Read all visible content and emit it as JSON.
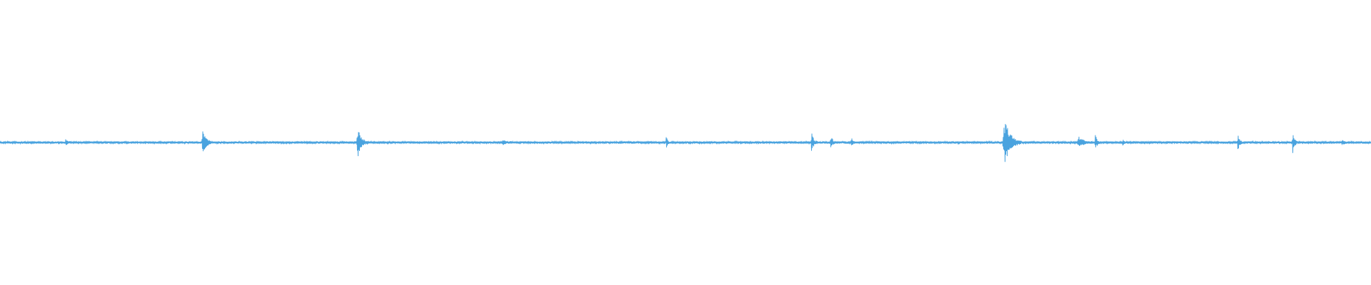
{
  "waveform": {
    "color": "#4aa3df",
    "baseline_amplitude": 0.006,
    "duration_fraction_peaks": [
      {
        "t": 0.048,
        "amp": 0.02,
        "spread": 0.004
      },
      {
        "t": 0.148,
        "amp": 0.09,
        "spread": 0.006
      },
      {
        "t": 0.261,
        "amp": 0.1,
        "spread": 0.007
      },
      {
        "t": 0.367,
        "amp": 0.015,
        "spread": 0.006
      },
      {
        "t": 0.486,
        "amp": 0.06,
        "spread": 0.002
      },
      {
        "t": 0.592,
        "amp": 0.07,
        "spread": 0.004
      },
      {
        "t": 0.606,
        "amp": 0.06,
        "spread": 0.003
      },
      {
        "t": 0.621,
        "amp": 0.03,
        "spread": 0.003
      },
      {
        "t": 0.733,
        "amp": 0.16,
        "spread": 0.012
      },
      {
        "t": 0.787,
        "amp": 0.04,
        "spread": 0.009
      },
      {
        "t": 0.799,
        "amp": 0.06,
        "spread": 0.003
      },
      {
        "t": 0.819,
        "amp": 0.02,
        "spread": 0.002
      },
      {
        "t": 0.903,
        "amp": 0.06,
        "spread": 0.003
      },
      {
        "t": 0.943,
        "amp": 0.08,
        "spread": 0.003
      },
      {
        "t": 0.979,
        "amp": 0.02,
        "spread": 0.003
      }
    ]
  }
}
